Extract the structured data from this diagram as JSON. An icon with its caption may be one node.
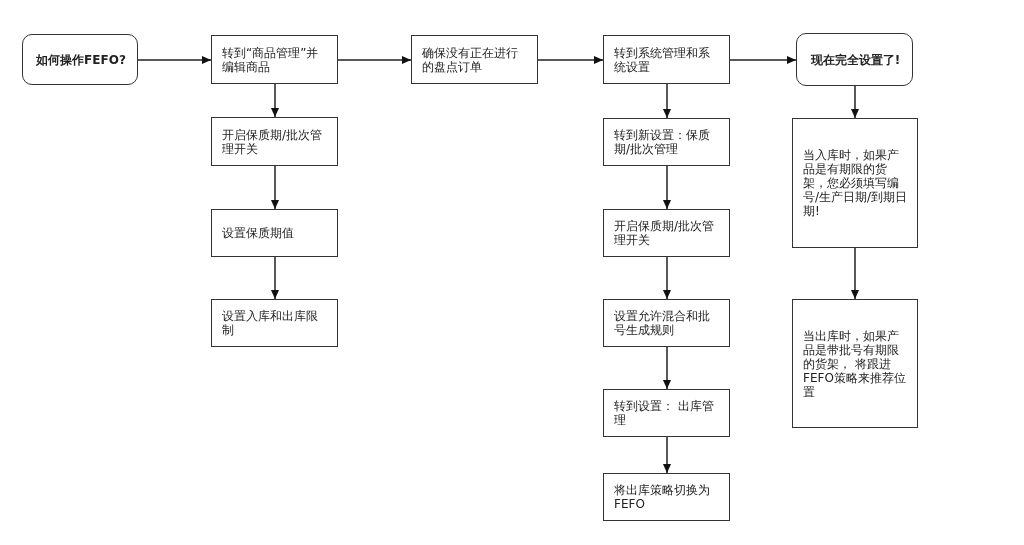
{
  "diagram": {
    "nodes": [
      {
        "text": [
          "如何操作FEFO?"
        ]
      },
      {
        "text": [
          "转到“商品管理”并编辑商品"
        ]
      },
      {
        "text": [
          "开启保质期/批次管理开关"
        ]
      },
      {
        "text": [
          "设置保质期值"
        ]
      },
      {
        "text": [
          "设置入库和出库限制"
        ]
      },
      {
        "text": [
          "确保没有正在进行的盘点订单"
        ]
      },
      {
        "text": [
          "转到系统管理和系统设置"
        ]
      },
      {
        "text": [
          "转到新设置：保质期/批次管理"
        ]
      },
      {
        "text": [
          "开启保质期/批次管理开关"
        ]
      },
      {
        "text": [
          "设置允许混合和批号生成规则"
        ]
      },
      {
        "text": [
          "转到设置： 出库管理"
        ]
      },
      {
        "text": [
          "将出库策略切换为FEFO"
        ]
      },
      {
        "text": [
          "现在完全设置了!"
        ]
      },
      {
        "text": [
          "当入库时，如果产品是有期限的货架，您必须填写编号/生产日期/到期日期!"
        ]
      },
      {
        "text": [
          "当出库时，如果产品是带批号有期限的货架， 将跟进FEFO策略来推荐位置"
        ]
      }
    ],
    "edges": [
      {
        "from": 0,
        "to": 1,
        "arrow": "to"
      },
      {
        "from": 1,
        "to": 5,
        "arrow": "to"
      },
      {
        "from": 5,
        "to": 6,
        "arrow": "to"
      },
      {
        "from": 6,
        "to": 12,
        "arrow": "to"
      },
      {
        "from": 1,
        "to": 2,
        "arrow": "to"
      },
      {
        "from": 2,
        "to": 3,
        "arrow": "to"
      },
      {
        "from": 3,
        "to": 4,
        "arrow": "to"
      },
      {
        "from": 6,
        "to": 7,
        "arrow": "to"
      },
      {
        "from": 7,
        "to": 8,
        "arrow": "to"
      },
      {
        "from": 8,
        "to": 9,
        "arrow": "to"
      },
      {
        "from": 9,
        "to": 10,
        "arrow": "to"
      },
      {
        "from": 10,
        "to": 11,
        "arrow": "to"
      },
      {
        "from": 12,
        "to": 13,
        "arrow": "to"
      },
      {
        "from": 13,
        "to": 14,
        "arrow": "to"
      }
    ]
  }
}
